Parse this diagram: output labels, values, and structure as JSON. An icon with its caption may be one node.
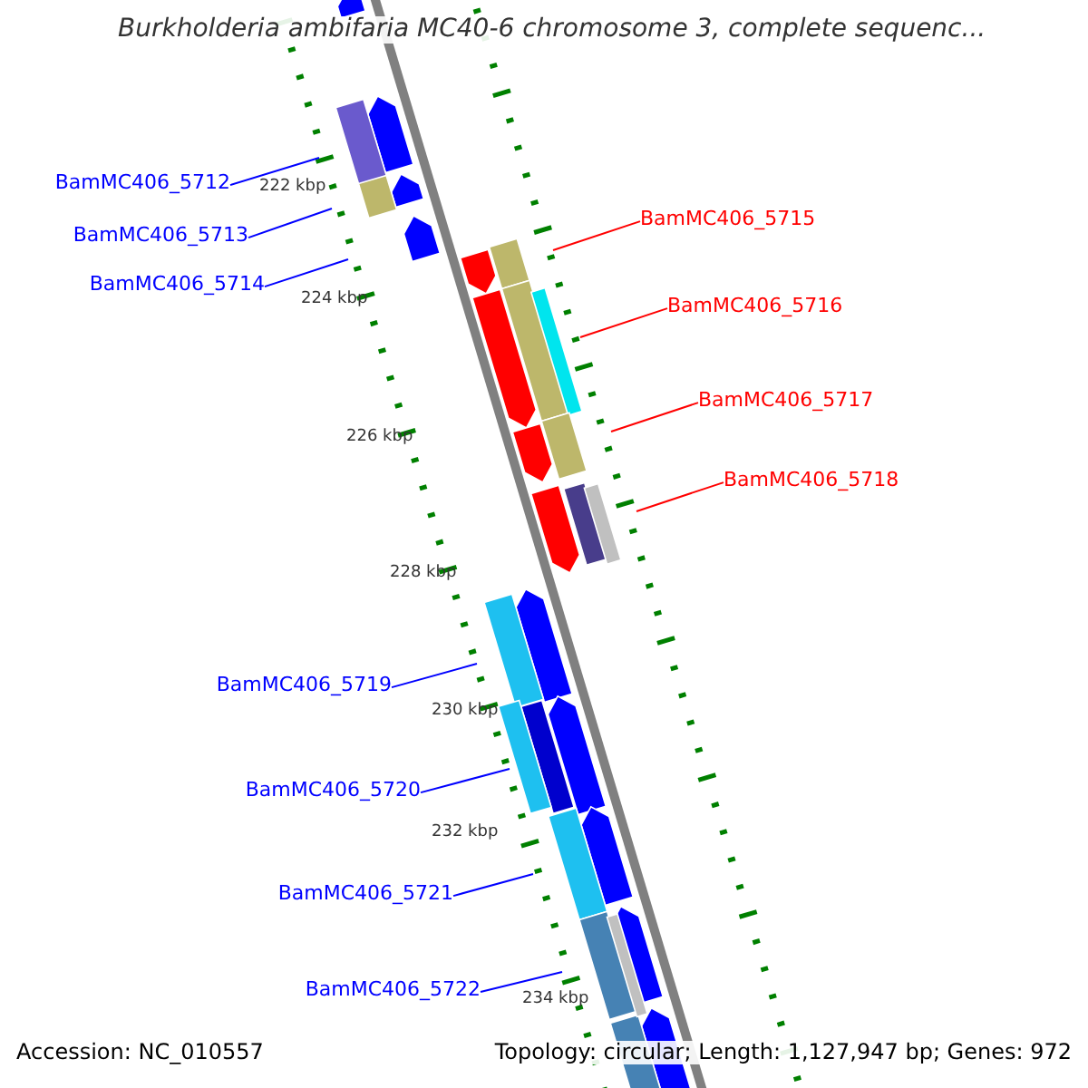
{
  "diagram": {
    "title": "Burkholderia ambifaria MC40-6 chromosome 3, complete sequenc...",
    "nodes": [
      {
        "text": [
          "BamMC406_5712"
        ]
      },
      {
        "text": [
          "BamMC406_5715"
        ]
      },
      {
        "text": [
          "BamMC406_5713"
        ]
      },
      {
        "text": [
          "BamMC406_5714"
        ]
      },
      {
        "text": [
          "BamMC406_5716"
        ]
      },
      {
        "text": [
          "BamMC406_5717"
        ]
      },
      {
        "text": [
          "BamMC406_5718"
        ]
      },
      {
        "text": [
          "BamMC406_5719"
        ]
      },
      {
        "text": [
          "BamMC406_5720"
        ]
      },
      {
        "text": [
          "BamMC406_5721"
        ]
      },
      {
        "text": [
          "BamMC406_5722"
        ]
      }
    ],
    "edges": [
      {
        "from": 0,
        "to": null,
        "arrow": "none"
      },
      {
        "from": 1,
        "to": null,
        "arrow": "none",
        "color": "#ff0000"
      },
      {
        "from": 2,
        "to": null,
        "arrow": "none"
      },
      {
        "from": 3,
        "to": null,
        "arrow": "none"
      },
      {
        "from": 4,
        "to": null,
        "arrow": "none",
        "color": "#ff0000"
      },
      {
        "from": 5,
        "to": null,
        "arrow": "none",
        "color": "#ff0000"
      },
      {
        "from": 6,
        "to": null,
        "arrow": "none",
        "color": "#ff0000"
      },
      {
        "from": 7,
        "to": null,
        "arrow": "none"
      },
      {
        "from": 8,
        "to": null,
        "arrow": "none"
      },
      {
        "from": 9,
        "to": null,
        "arrow": "none"
      },
      {
        "from": 10,
        "to": null,
        "arrow": "none"
      }
    ],
    "labels": [
      "222 kbp",
      "224 kbp",
      "226 kbp",
      "228 kbp",
      "230 kbp",
      "232 kbp",
      "234 kbp",
      "Accession: NC_010557",
      "Topology: circular; Length: 1,127,947 bp; Genes: 972"
    ]
  }
}
